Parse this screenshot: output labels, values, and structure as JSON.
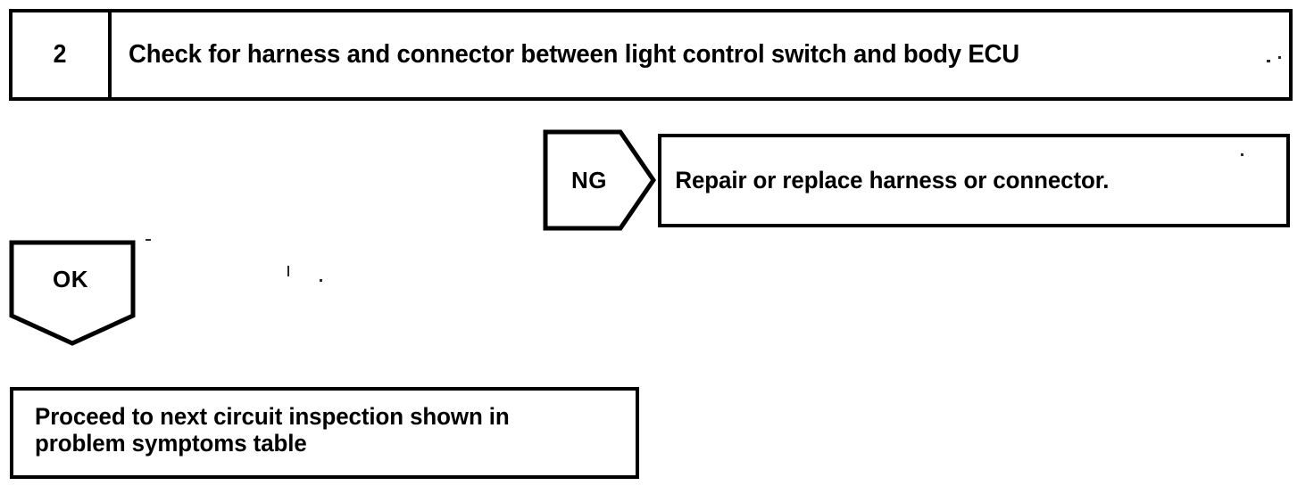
{
  "document": {
    "type": "troubleshooting-flowchart",
    "background_color": "#ffffff",
    "ink_color": "#000000"
  },
  "step": {
    "number": "2",
    "title": "Check for harness and connector between light control switch and body ECU"
  },
  "branches": {
    "ng": {
      "label": "NG",
      "result_text": "Repair or replace harness or connector."
    },
    "ok": {
      "label": "OK",
      "result_line1": "Proceed to next circuit inspection shown in",
      "result_line2": "problem symptoms table",
      "result_text": "Proceed to next circuit inspection shown in problem symptoms table"
    }
  }
}
